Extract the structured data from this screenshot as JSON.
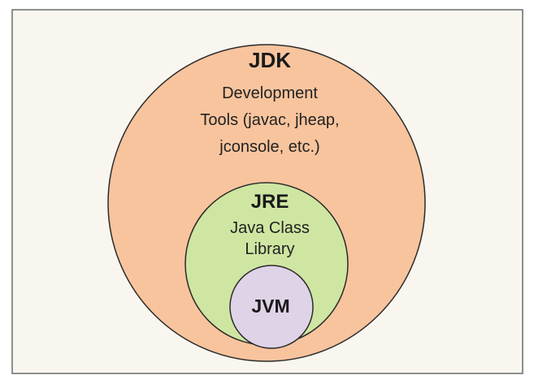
{
  "colors": {
    "background": "#f8f6ef",
    "frame": "#6b6b6b",
    "jdk_fill": "#f8c49d",
    "jre_fill": "#cfe6a2",
    "jvm_fill": "#dfd3e8",
    "outline": "#2b2b2b"
  },
  "jdk": {
    "title": "JDK",
    "lines": [
      "Development",
      "Tools (javac, jheap,",
      "jconsole, etc.)"
    ]
  },
  "jre": {
    "title": "JRE",
    "lines": [
      "Java Class",
      "Library"
    ]
  },
  "jvm": {
    "title": "JVM"
  }
}
